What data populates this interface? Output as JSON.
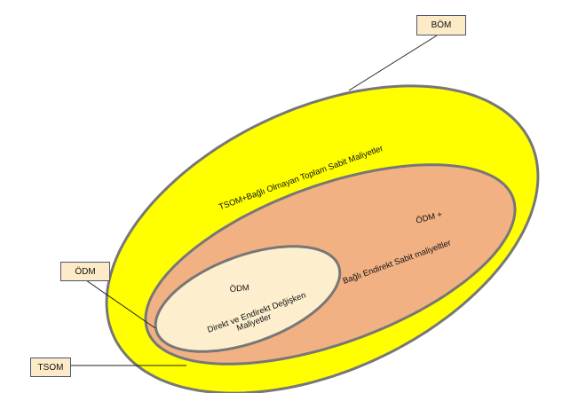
{
  "colors": {
    "outer": "#ffff00",
    "middle": "#f2b183",
    "inner": "#fdefce",
    "stroke": "#777777",
    "box": "#fdebc8"
  },
  "callouts": {
    "bom": "BÖM",
    "odm": "ÖDM",
    "tsom": "TSOM"
  },
  "regions": {
    "outer_text": "TSOM+Bağlı Olmayan Toplam Sabit Maliyetler",
    "middle_title": "ÖDM +",
    "middle_text": "Bağlı Endirekt Sabit maliyeltler",
    "inner_title": "ÖDM",
    "inner_line1": "Direkt ve Endirekt Değişken",
    "inner_line2": "Maliyetler"
  }
}
